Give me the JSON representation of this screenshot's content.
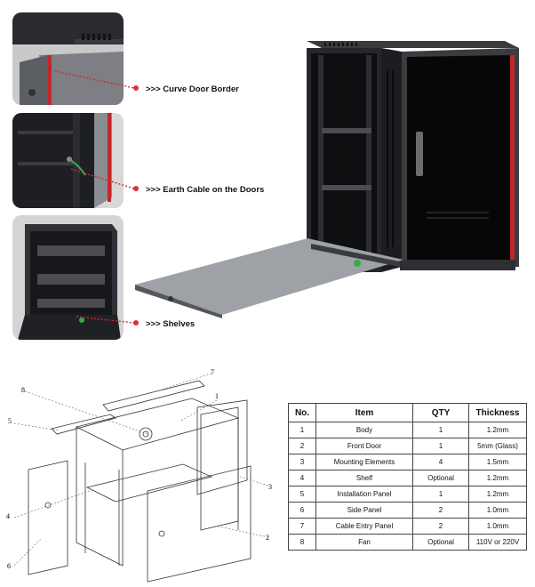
{
  "callouts": {
    "curve_door": ">>> Curve Door Border",
    "earth_cable": ">>> Earth Cable on the Doors",
    "shelves": ">>> Shelves"
  },
  "diagram_numbers": {
    "n1": "1",
    "n2": "2",
    "n3": "3",
    "n4": "4",
    "n5": "5",
    "n6": "6",
    "n7": "7",
    "n8": "8"
  },
  "table": {
    "headers": [
      "No.",
      "Item",
      "QTY",
      "Thickness"
    ],
    "rows": [
      [
        "1",
        "Body",
        "1",
        "1.2mm"
      ],
      [
        "2",
        "Front Door",
        "1",
        "5mm (Glass)"
      ],
      [
        "3",
        "Mounting Elements",
        "4",
        "1.5mm"
      ],
      [
        "4",
        "Shelf",
        "Optional",
        "1.2mm"
      ],
      [
        "5",
        "Installation Panel",
        "1",
        "1.2mm"
      ],
      [
        "6",
        "Side Panel",
        "2",
        "1.0mm"
      ],
      [
        "7",
        "Cable Entry Panel",
        "2",
        "1.0mm"
      ],
      [
        "8",
        "Fan",
        "Optional",
        "110V or 220V"
      ]
    ]
  },
  "colors": {
    "accent_red": "#d42a2a",
    "cabinet_dark": "#1c1d20"
  }
}
